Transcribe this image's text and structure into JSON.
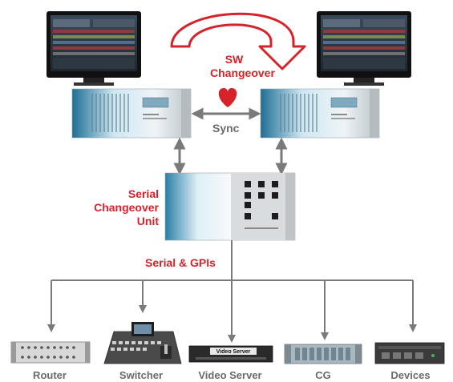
{
  "labels": {
    "sw_changeover_line1": "SW",
    "sw_changeover_line2": "Changeover",
    "sync": "Sync",
    "serial_unit_line1": "Serial",
    "serial_unit_line2": "Changeover",
    "serial_unit_line3": "Unit",
    "serial_gpis": "Serial & GPIs"
  },
  "devices": [
    {
      "key": "router",
      "label": "Router"
    },
    {
      "key": "switcher",
      "label": "Switcher"
    },
    {
      "key": "video_server",
      "label": "Video Server",
      "panel_text": "Video Server"
    },
    {
      "key": "cg",
      "label": "CG"
    },
    {
      "key": "devices",
      "label": "Devices"
    }
  ],
  "colors": {
    "accent_red": "#d6232a",
    "arrow_grey": "#7a7a7a",
    "label_grey": "#6a6a6a"
  },
  "icons": {
    "heart": "heart-icon",
    "changeover_arrow": "curved-arrow-icon"
  }
}
